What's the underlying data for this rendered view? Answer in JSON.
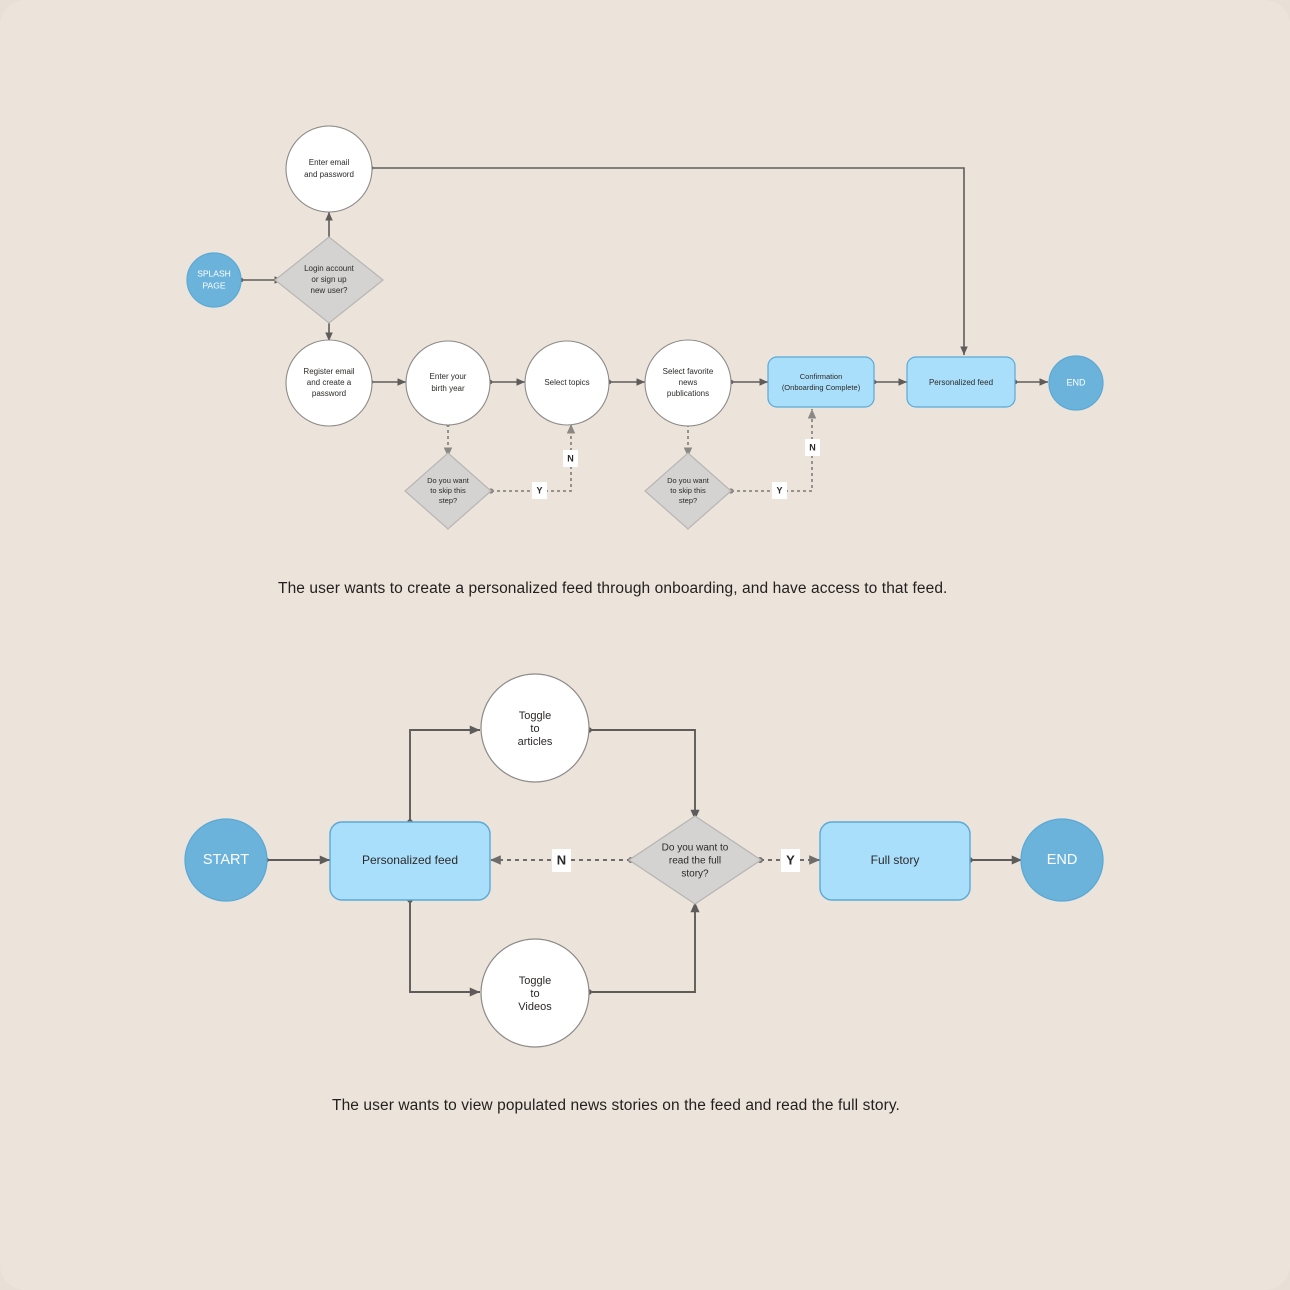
{
  "page": {
    "background_color": "#ece4da",
    "accent_blue_dark": "#6cb3dc",
    "accent_blue_light": "#aadffb",
    "accent_blue_border": "#5aa9d6",
    "decision_fill": "#d5d3d1",
    "decision_border": "#b8b6b4",
    "process_fill": "#ffffff",
    "process_border": "#8c8a88",
    "connector_color": "#5e5c5a",
    "text_color": "#2c2a28"
  },
  "flow1": {
    "caption": "The user wants to create a personalized feed through onboarding, and have access to that feed.",
    "nodes": {
      "splash": {
        "label": "SPLASH\nPAGE",
        "line1": "SPLASH",
        "line2": "PAGE",
        "shape": "circle",
        "style": "terminator"
      },
      "login_decision": {
        "line1": "Login account",
        "line2": "or sign up",
        "line3": "new user?",
        "shape": "diamond",
        "style": "decision"
      },
      "enter_email": {
        "line1": "Enter email",
        "line2": "and password",
        "shape": "circle",
        "style": "process"
      },
      "register": {
        "line1": "Register email",
        "line2": "and create a",
        "line3": "password",
        "shape": "circle",
        "style": "process"
      },
      "birth_year": {
        "line1": "Enter your",
        "line2": "birth year",
        "shape": "circle",
        "style": "process"
      },
      "select_topics": {
        "line1": "Select topics",
        "shape": "circle",
        "style": "process"
      },
      "select_pubs": {
        "line1": "Select favorite",
        "line2": "news",
        "line3": "publications",
        "shape": "circle",
        "style": "process"
      },
      "confirmation": {
        "line1": "Confirmation",
        "line2": "(Onboarding Complete)",
        "shape": "rounded-rect",
        "style": "highlight"
      },
      "personalized_feed": {
        "line1": "Personalized feed",
        "shape": "rounded-rect",
        "style": "highlight"
      },
      "end": {
        "line1": "END",
        "shape": "circle",
        "style": "terminator"
      },
      "skip1": {
        "line1": "Do you want",
        "line2": "to skip this",
        "line3": "step?",
        "shape": "diamond",
        "style": "decision"
      },
      "skip2": {
        "line1": "Do you want",
        "line2": "to skip this",
        "line3": "step?",
        "shape": "diamond",
        "style": "decision"
      }
    },
    "edge_labels": {
      "skip1_yes": "Y",
      "skip1_no": "N",
      "skip2_yes": "Y",
      "skip2_no": "N"
    }
  },
  "flow2": {
    "caption": "The user wants to view populated news stories on the feed and read the full story.",
    "nodes": {
      "start": {
        "line1": "START",
        "shape": "circle",
        "style": "terminator"
      },
      "personalized_feed": {
        "line1": "Personalized feed",
        "shape": "rounded-rect",
        "style": "highlight"
      },
      "toggle_articles": {
        "line1": "Toggle",
        "line2": "to",
        "line3": "articles",
        "shape": "circle",
        "style": "process"
      },
      "toggle_videos": {
        "line1": "Toggle",
        "line2": "to",
        "line3": "Videos",
        "shape": "circle",
        "style": "process"
      },
      "read_decision": {
        "line1": "Do you want to",
        "line2": "read the full",
        "line3": "story?",
        "shape": "diamond",
        "style": "decision"
      },
      "full_story": {
        "line1": "Full story",
        "shape": "rounded-rect",
        "style": "highlight"
      },
      "end": {
        "line1": "END",
        "shape": "circle",
        "style": "terminator"
      }
    },
    "edge_labels": {
      "read_no": "N",
      "read_yes": "Y"
    }
  }
}
